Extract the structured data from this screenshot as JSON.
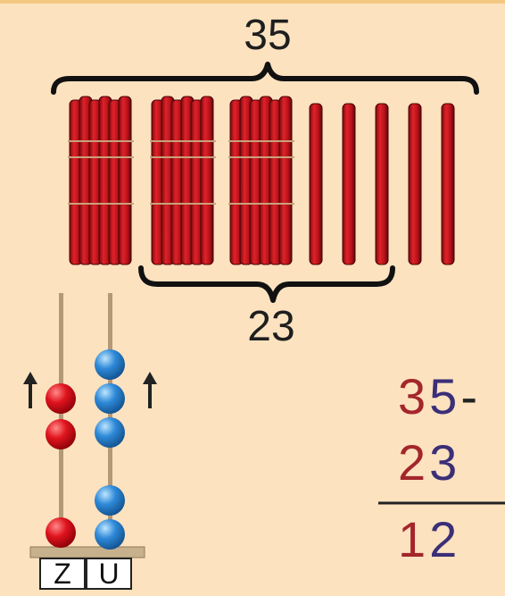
{
  "labels": {
    "total": "35",
    "removed": "23"
  },
  "bundles": {
    "tens": 3,
    "ones": 5
  },
  "abacus": {
    "columns": [
      "Z",
      "U"
    ],
    "tens_beads_lifted": 2,
    "tens_beads_remaining": 1,
    "ones_beads_lifted": 3,
    "ones_beads_remaining": 2
  },
  "subtraction": {
    "minuend": {
      "tens": "3",
      "units": "5"
    },
    "operator": "-",
    "subtrahend": {
      "tens": "2",
      "units": "3"
    },
    "result": {
      "tens": "1",
      "units": "2"
    }
  },
  "colors": {
    "background": "#FCE2BF",
    "stick_red": "#D2141B",
    "tens_digit": "#A3262B",
    "units_digit": "#3B2F78",
    "bead_red": "#E0141E",
    "bead_blue": "#2F8AD8"
  }
}
